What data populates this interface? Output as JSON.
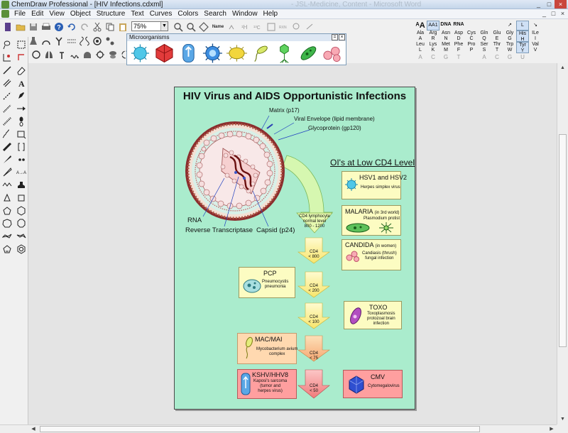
{
  "window": {
    "title": "ChemDraw Professional - [HIV Infections.cdxml]",
    "faded_title": "- JSL-Medicine, Content - Microsoft Word",
    "controls": [
      "_",
      "□",
      "×"
    ]
  },
  "menu": {
    "items": [
      "File",
      "Edit",
      "View",
      "Object",
      "Structure",
      "Text",
      "Curves",
      "Colors",
      "Search",
      "Window",
      "Help"
    ],
    "doc_controls": [
      "_",
      "□",
      "×"
    ]
  },
  "toolbar": {
    "zoom": "75%",
    "name_button": "Name"
  },
  "microorganisms_palette": {
    "title": "Microorganisms"
  },
  "sequence_panel": {
    "modes": [
      "AA1",
      "DNA",
      "RNA"
    ],
    "amino_acids": [
      [
        "Ala",
        "A"
      ],
      [
        "Arg",
        "R"
      ],
      [
        "Asn",
        "N"
      ],
      [
        "Asp",
        "D"
      ],
      [
        "Cys",
        "C"
      ],
      [
        "Gln",
        "Q"
      ],
      [
        "Glu",
        "E"
      ],
      [
        "Gly",
        "G"
      ],
      [
        "His",
        "H"
      ],
      [
        "ILe",
        "I"
      ],
      [
        "Leu",
        "L"
      ],
      [
        "Lys",
        "K"
      ],
      [
        "Met",
        "M"
      ],
      [
        "Phe",
        "F"
      ],
      [
        "Pro",
        "P"
      ],
      [
        "Ser",
        "S"
      ],
      [
        "Thr",
        "T"
      ],
      [
        "Trp",
        "W"
      ],
      [
        "Tyr",
        "Y"
      ],
      [
        "Val",
        "V"
      ]
    ],
    "nucleotides": [
      "A",
      "C",
      "G",
      "T",
      "",
      "A",
      "C",
      "G",
      "U",
      ""
    ]
  },
  "document": {
    "title": "HIV Virus and AIDS Opportunistic Infections",
    "virus_labels": {
      "matrix": "Matrix (p17)",
      "envelope": "Viral Envelope (lipid membrane)",
      "glycoprotein": "Glycoprotein (gp120)",
      "rna": "RNA",
      "rt": "Reverse Transcriptase",
      "capsid": "Capsid (p24)"
    },
    "ois_heading": "OI's at Low CD4 Level",
    "cd4_levels": {
      "normal": [
        "CD4 lymphocyte",
        "normal level",
        "800 - 1200"
      ],
      "l800": [
        "CD4",
        "< 800"
      ],
      "l200": [
        "CD4",
        "< 200"
      ],
      "l100": [
        "CD4",
        "< 100"
      ],
      "l75": [
        "CD4",
        "< 75"
      ],
      "l50": [
        "CD4",
        "< 50"
      ]
    },
    "infections": {
      "hsv": {
        "title": "HSV1 and HSV2",
        "desc": "Herpes simplex virus"
      },
      "malaria": {
        "title": "MALARIA",
        "note": "(in 3rd world)",
        "desc": "Plasmodium protist"
      },
      "candida": {
        "title": "CANDIDA",
        "note": "(in women)",
        "desc": [
          "Candiasis (thrush)",
          "fungal infection"
        ]
      },
      "pcp": {
        "title": "PCP",
        "desc": [
          "Pneumocystis",
          "pneumonia"
        ]
      },
      "toxo": {
        "title": "TOXO",
        "desc": [
          "Toxoplasmosis",
          "protozoal brain",
          "infection"
        ]
      },
      "mac": {
        "title": "MAC/MAI",
        "desc": [
          "Mycobacterium avium",
          "complex"
        ]
      },
      "kshv": {
        "title": "KSHV/HHV8",
        "desc": [
          "Kaposi's sarcoma",
          "(tumor and",
          "herpes virus)"
        ]
      },
      "cmv": {
        "title": "CMV",
        "desc": "Cytomegalovirus"
      }
    }
  }
}
